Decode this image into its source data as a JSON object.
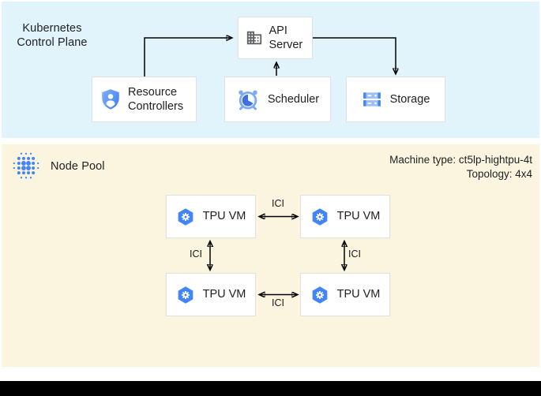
{
  "colors": {
    "control_plane_bg": "#E1F4FC",
    "node_pool_bg": "#FBF5DF",
    "google_blue": "#4285F4",
    "light_blue": "#9DBFF9",
    "icon_gray": "#5F6368",
    "arrow_black": "#000000",
    "box_border": "#E0E0E0",
    "footer_bar": "#000000"
  },
  "control_plane": {
    "title_line1": "Kubernetes",
    "title_line2": "Control Plane",
    "api_server": {
      "label": "API Server",
      "icon": "building-icon"
    },
    "resource_controllers": {
      "label": "Resource Controllers",
      "icon": "shield-user-icon"
    },
    "scheduler": {
      "label": "Scheduler",
      "icon": "alarm-clock-icon"
    },
    "storage": {
      "label": "Storage",
      "icon": "server-stack-icon"
    }
  },
  "node_pool": {
    "title": "Node Pool",
    "icon": "dot-cluster-icon",
    "machine_type": "Machine type: ct5lp-hightpu-4t",
    "topology": "Topology: 4x4",
    "vms": [
      {
        "label": "TPU VM",
        "icon": "gke-hexagon-icon"
      },
      {
        "label": "TPU VM",
        "icon": "gke-hexagon-icon"
      },
      {
        "label": "TPU VM",
        "icon": "gke-hexagon-icon"
      },
      {
        "label": "TPU VM",
        "icon": "gke-hexagon-icon"
      }
    ],
    "interconnects": [
      {
        "label": "ICI"
      },
      {
        "label": "ICI"
      },
      {
        "label": "ICI"
      },
      {
        "label": "ICI"
      }
    ]
  }
}
